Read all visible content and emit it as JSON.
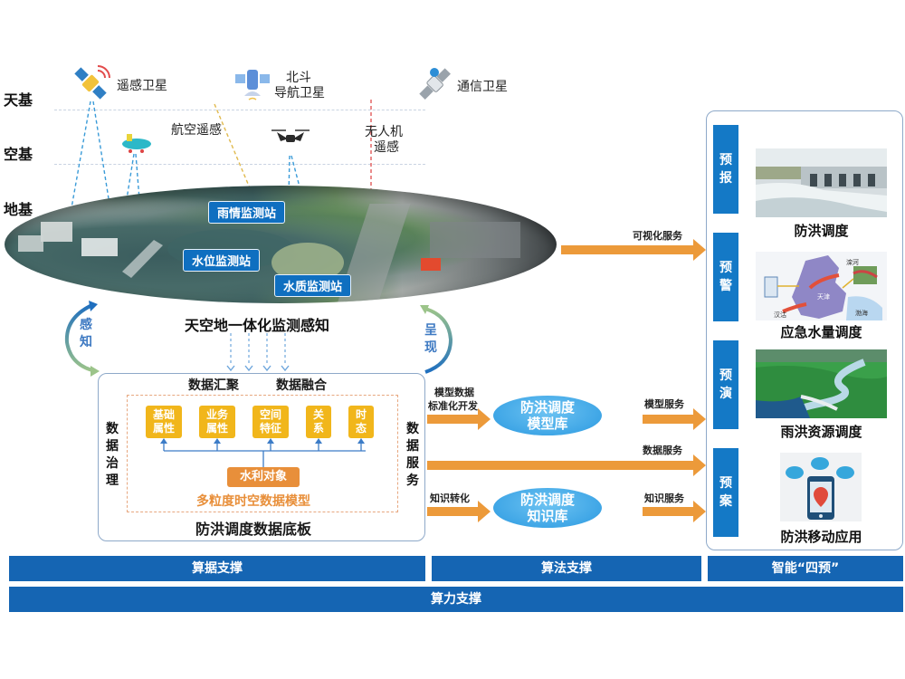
{
  "layers": {
    "space": "天基",
    "air": "空基",
    "ground": "地基"
  },
  "sensors": {
    "remote_sat": "遥感卫星",
    "beidou_line1": "北斗",
    "beidou_line2": "导航卫星",
    "comm_sat": "通信卫星",
    "aerial": "航空遥感",
    "drone_line1": "无人机",
    "drone_line2": "遥感"
  },
  "stations": {
    "rain": "雨情监测站",
    "level": "水位监测站",
    "quality": "水质监测站"
  },
  "monitoring": {
    "title": "天空地一体化监测感知",
    "perceive_1": "感",
    "perceive_2": "知",
    "present_1": "呈",
    "present_2": "现"
  },
  "board": {
    "aggregate": "数据汇聚",
    "fusion": "数据融合",
    "governance": [
      "数",
      "据",
      "治",
      "理"
    ],
    "service": [
      "数",
      "据",
      "服",
      "务"
    ],
    "attributes": [
      {
        "line1": "基础",
        "line2": "属性"
      },
      {
        "line1": "业务",
        "line2": "属性"
      },
      {
        "line1": "空间",
        "line2": "特征"
      },
      {
        "line1": "关",
        "line2": "系"
      },
      {
        "line1": "时",
        "line2": "态"
      }
    ],
    "water_object": "水利对象",
    "model_name": "多粒度时空数据模型",
    "title": "防洪调度数据底板"
  },
  "flows": {
    "visual_service": "可视化服务",
    "model_dev_line1": "模型数据",
    "model_dev_line2": "标准化开发",
    "model_service": "模型服务",
    "data_service": "数据服务",
    "knowledge_transform": "知识转化",
    "knowledge_service": "知识服务"
  },
  "libraries": {
    "model_line1": "防洪调度",
    "model_line2": "模型库",
    "knowledge_line1": "防洪调度",
    "knowledge_line2": "知识库"
  },
  "four_pre": [
    {
      "c1": "预",
      "c2": "报",
      "app": "防洪调度"
    },
    {
      "c1": "预",
      "c2": "警",
      "app": "应急水量调度"
    },
    {
      "c1": "预",
      "c2": "演",
      "app": "雨洪资源调度"
    },
    {
      "c1": "预",
      "c2": "案",
      "app": "防洪移动应用"
    }
  ],
  "map_labels": {
    "tianjin": "天津",
    "luanhe": "滦河",
    "bohai": "渤海",
    "hanzhi": "汉沽"
  },
  "support": {
    "data": "算据支撑",
    "algorithm": "算法支撑",
    "smart": "智能“四预”",
    "compute": "算力支撑"
  },
  "colors": {
    "primary_blue": "#1565b3",
    "tab_blue": "#1479c6",
    "orange": "#ec9a3a",
    "attr_yellow": "#f1b61b",
    "lib_blue": "#3fa6e6"
  }
}
